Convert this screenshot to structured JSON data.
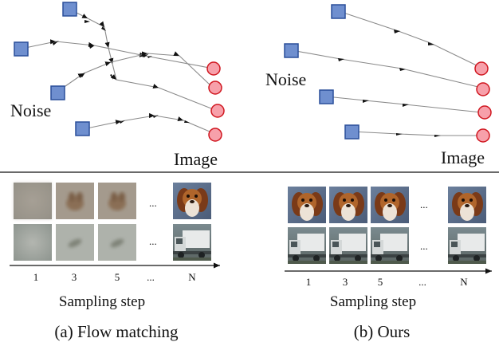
{
  "panels": {
    "left": {
      "noise_label": "Noise",
      "image_label": "Image",
      "step_ticks": [
        "1",
        "3",
        "5",
        "...",
        "N"
      ],
      "ellipsis": "...",
      "axis_label": "Sampling step",
      "caption": "(a) Flow matching"
    },
    "right": {
      "noise_label": "Noise",
      "image_label": "Image",
      "step_ticks": [
        "1",
        "3",
        "5",
        "...",
        "N"
      ],
      "ellipsis": "...",
      "axis_label": "Sampling step",
      "caption": "(b) Ours"
    }
  },
  "colors": {
    "noise_fill": "#6f8fcf",
    "noise_stroke": "#2a4f9a",
    "image_fill": "#f7a0aa",
    "image_stroke": "#d0161f",
    "path": "#8a8a8a",
    "axis": "#111111"
  },
  "icons": {
    "noise": "blue-square-icon",
    "image": "red-circle-icon",
    "sample_thumbnail": "image-thumbnail"
  }
}
